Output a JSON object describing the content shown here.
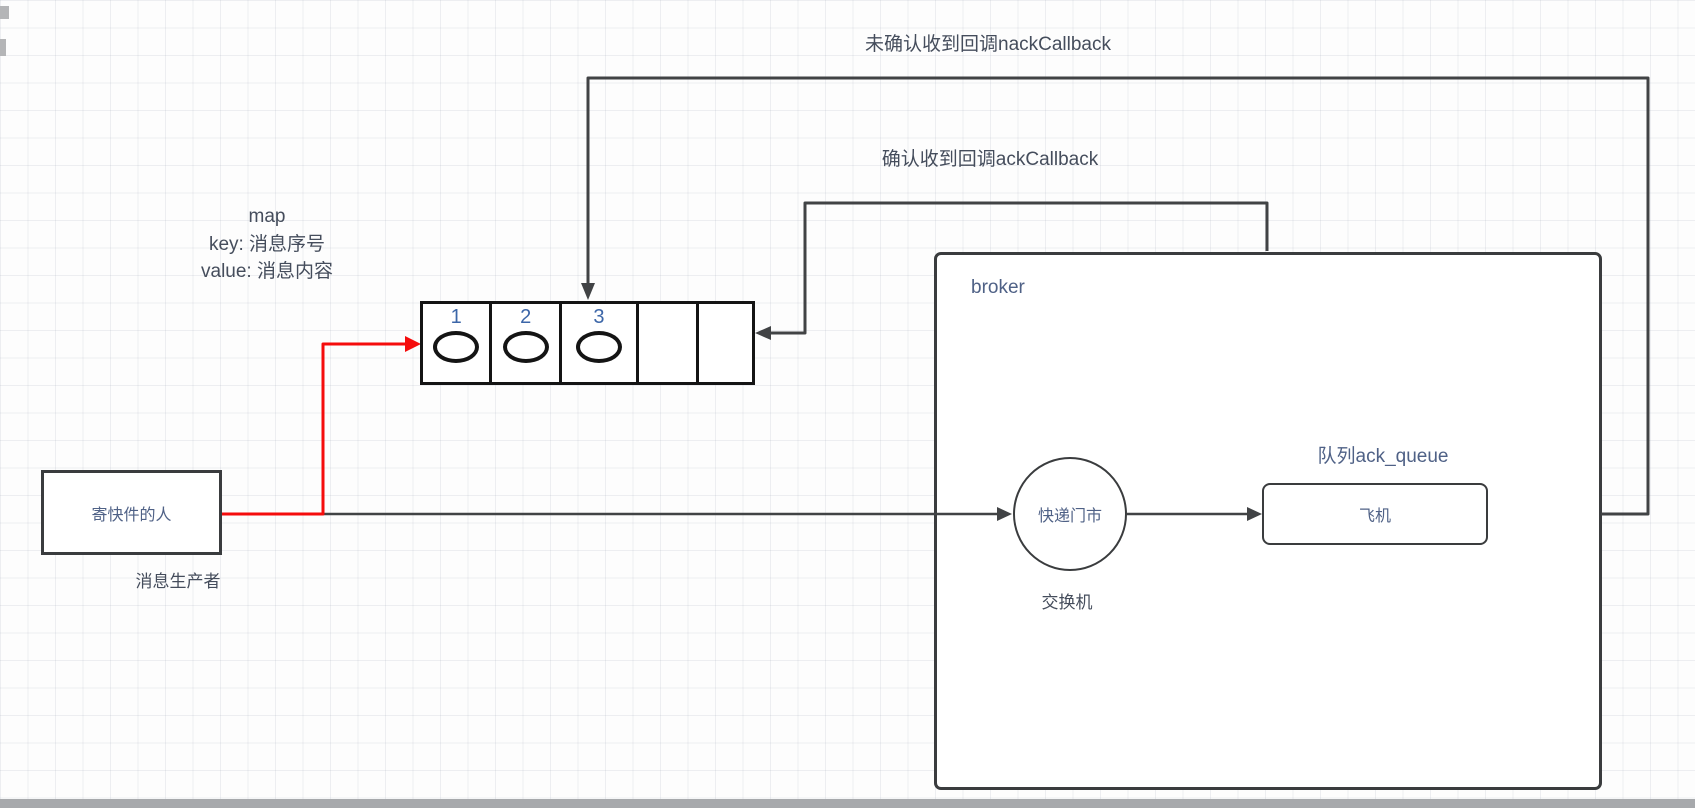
{
  "labels": {
    "nack_callback": "未确认收到回调nackCallback",
    "ack_callback": "确认收到回调ackCallback",
    "map_line1": "map",
    "map_line2": "key: 消息序号",
    "map_line3": "value: 消息内容",
    "producer_box": "寄快件的人",
    "producer_caption": "消息生产者",
    "broker": "broker",
    "exchange": "快递门市",
    "exchange_caption": "交换机",
    "queue_title": "队列ack_queue",
    "queue_box": "飞机"
  },
  "queue": {
    "cells": [
      "1",
      "2",
      "3",
      "",
      ""
    ]
  },
  "colors": {
    "connector": "#414345",
    "red_arrow": "#f50c0c",
    "shape_border": "#3a3c3e",
    "caption_text": "#454d5c",
    "shape_text": "#4f6186",
    "number_text": "#3c66a8"
  }
}
